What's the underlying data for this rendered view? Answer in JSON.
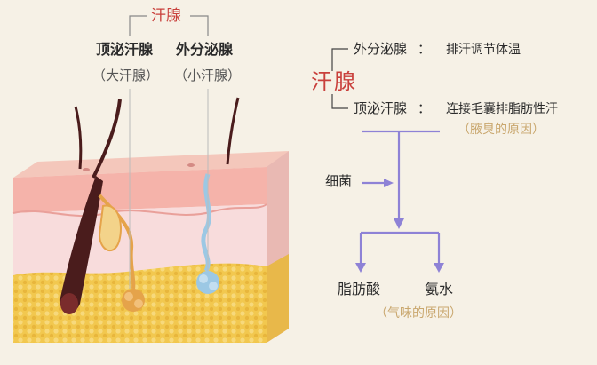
{
  "left": {
    "bracket_title": "汗腺",
    "apocrine": {
      "name": "顶泌汗腺",
      "alias": "（大汗腺）"
    },
    "eccrine": {
      "name": "外分泌腺",
      "alias": "（小汗腺）"
    }
  },
  "right": {
    "root": "汗腺",
    "branch1": {
      "name": "外分泌腺",
      "sep": "：",
      "desc": "排汗调节体温"
    },
    "branch2": {
      "name": "顶泌汗腺",
      "sep": "：",
      "desc": "连接毛囊排脂肪性汗",
      "note": "（腋臭的原因）"
    },
    "bacteria": "细菌",
    "outputs": [
      "脂肪酸",
      "氨水"
    ],
    "outputs_note": "（气味的原因）"
  },
  "colors": {
    "accent_red": "#c9403c",
    "arrow_purple": "#8e82d6",
    "skin_pink": "#f3c9c9",
    "fat_yellow": "#f2c84f",
    "hair_dark": "#3a1515",
    "gland_blue": "#9cc8e4",
    "gland_orange": "#e5a34a"
  }
}
